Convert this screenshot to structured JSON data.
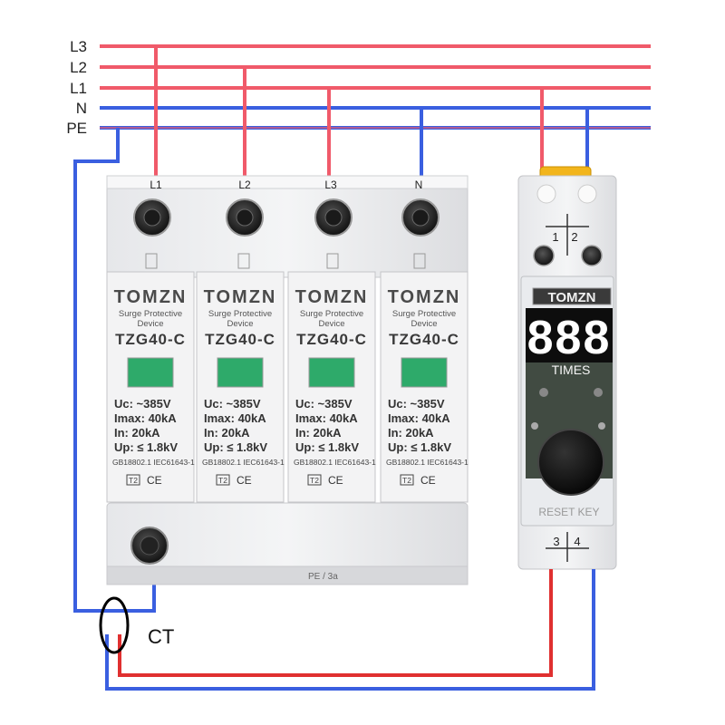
{
  "colors": {
    "phase": "#f05a6a",
    "neutral": "#3a5fe0",
    "pe": "#3a5fe0",
    "indicator": "#2eaa6a",
    "display": "#ffffff",
    "ct_ring": "#000000",
    "meter_wire": "#e03030"
  },
  "bus_labels": [
    "L3",
    "L2",
    "L1",
    "N",
    "PE"
  ],
  "spd": {
    "top_terminals": [
      "L1",
      "L2",
      "L3",
      "N"
    ],
    "bottom_label": "PE / 3a",
    "modules": [
      {
        "brand": "TOMZN",
        "subtitle_1": "Surge Protective",
        "subtitle_2": "Device",
        "model": "TZG40-C",
        "uc": "Uc:  ~385V",
        "imax": "Imax: 40kA",
        "in": "In:      20kA",
        "up": "Up: ≤  1.8kV",
        "standards": "GB18802.1  IEC61643-1",
        "class": "T2",
        "mark": "CE"
      },
      {
        "brand": "TOMZN",
        "subtitle_1": "Surge Protective",
        "subtitle_2": "Device",
        "model": "TZG40-C",
        "uc": "Uc:  ~385V",
        "imax": "Imax: 40kA",
        "in": "In:      20kA",
        "up": "Up: ≤  1.8kV",
        "standards": "GB18802.1  IEC61643-1",
        "class": "T2",
        "mark": "CE"
      },
      {
        "brand": "TOMZN",
        "subtitle_1": "Surge Protective",
        "subtitle_2": "Device",
        "model": "TZG40-C",
        "uc": "Uc:  ~385V",
        "imax": "Imax: 40kA",
        "in": "In:      20kA",
        "up": "Up: ≤  1.8kV",
        "standards": "GB18802.1  IEC61643-1",
        "class": "T2",
        "mark": "CE"
      },
      {
        "brand": "TOMZN",
        "subtitle_1": "Surge Protective",
        "subtitle_2": "Device",
        "model": "TZG40-C",
        "uc": "Uc:  ~385V",
        "imax": "Imax: 40kA",
        "in": "In:      20kA",
        "up": "Up: ≤  1.8kV",
        "standards": "GB18802.1  IEC61643-1",
        "class": "T2",
        "mark": "CE"
      }
    ]
  },
  "counter": {
    "brand": "TOMZN",
    "display": "888",
    "display_label": "TIMES",
    "reset_label": "RESET KEY",
    "top_terminals": [
      "1",
      "2"
    ],
    "bottom_terminals": [
      "3",
      "4"
    ]
  },
  "ct_label": "CT"
}
